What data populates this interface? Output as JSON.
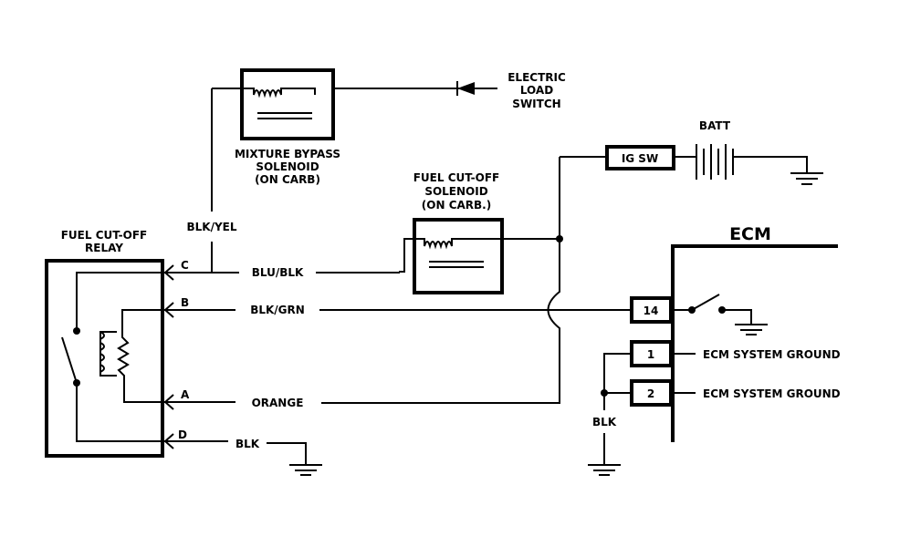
{
  "diagram": {
    "components": {
      "mixture_bypass_solenoid": {
        "label_lines": [
          "MIXTURE BYPASS",
          "SOLENOID",
          "(ON CARB)"
        ]
      },
      "electric_load_switch": {
        "label_lines": [
          "ELECTRIC",
          "LOAD",
          "SWITCH"
        ]
      },
      "fuel_cutoff_solenoid": {
        "label_lines": [
          "FUEL CUT-OFF",
          "SOLENOID",
          "(ON CARB.)"
        ]
      },
      "ig_switch": {
        "label": "IG SW"
      },
      "battery": {
        "label": "BATT"
      },
      "ecm": {
        "label": "ECM"
      },
      "fuel_cutoff_relay": {
        "label_lines": [
          "FUEL CUT-OFF",
          "RELAY"
        ]
      }
    },
    "relay_pins": [
      {
        "pin": "C",
        "wire": "BLU/BLK"
      },
      {
        "pin": "B",
        "wire": "BLK/GRN"
      },
      {
        "pin": "A",
        "wire": "ORANGE"
      },
      {
        "pin": "D",
        "wire": "BLK"
      }
    ],
    "wires": {
      "bypass_feed": "BLK/YEL",
      "ecm_ground": "BLK"
    },
    "ecm_terminals": [
      {
        "terminal": "14",
        "description": ""
      },
      {
        "terminal": "1",
        "description": "ECM SYSTEM GROUND"
      },
      {
        "terminal": "2",
        "description": "ECM SYSTEM GROUND"
      }
    ]
  }
}
